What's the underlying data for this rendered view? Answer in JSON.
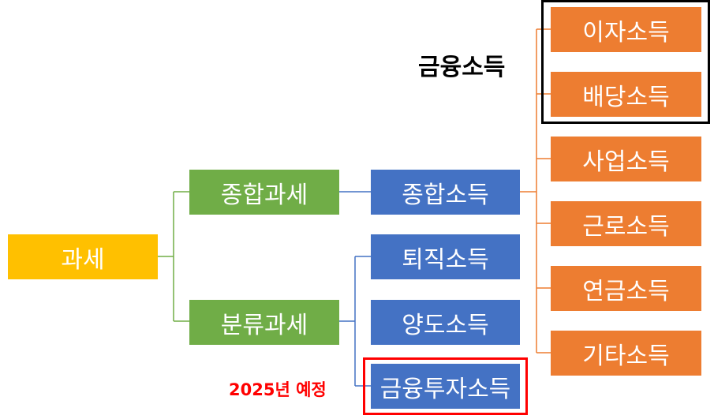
{
  "root": {
    "label": "과세"
  },
  "level1": [
    {
      "label": "종합과세"
    },
    {
      "label": "분류과세"
    }
  ],
  "level2": [
    {
      "label": "종합소득"
    },
    {
      "label": "퇴직소득"
    },
    {
      "label": "양도소득"
    },
    {
      "label": "금융투자소득"
    }
  ],
  "income_types": [
    {
      "label": "이자소득"
    },
    {
      "label": "배당소득"
    },
    {
      "label": "사업소득"
    },
    {
      "label": "근로소득"
    },
    {
      "label": "연금소득"
    },
    {
      "label": "기타소득"
    }
  ],
  "annotations": {
    "financial_income_group": "금융소득",
    "scheduled_note": "2025년 예정"
  },
  "colors": {
    "root": "#ffc000",
    "level1": "#70ad47",
    "level2": "#4472c4",
    "income": "#ed7d31",
    "note": "#ff0000",
    "highlight_frame": "#000000"
  }
}
